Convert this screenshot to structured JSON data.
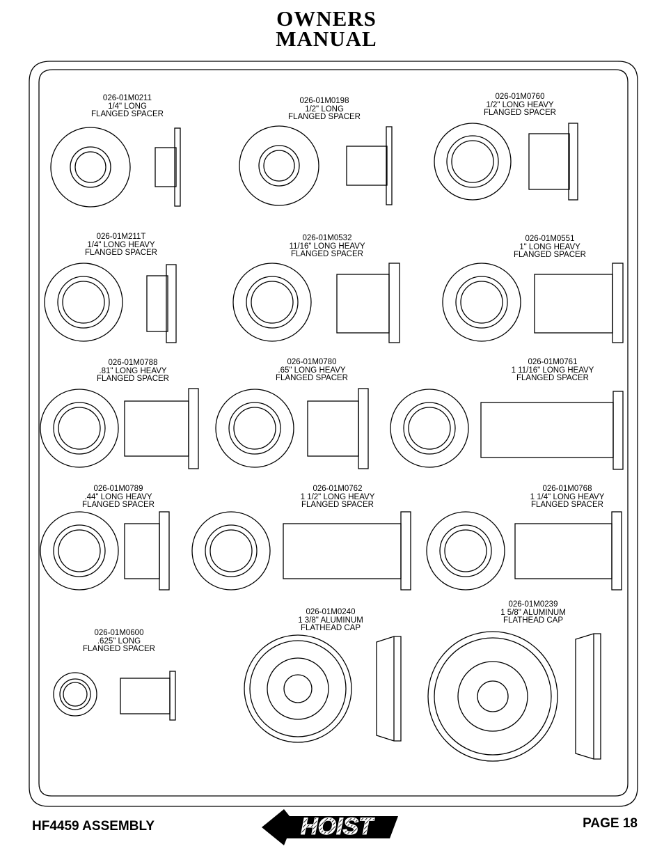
{
  "header": {
    "line1": "OWNERS",
    "line2": "MANUAL"
  },
  "parts": [
    {
      "id": "p1",
      "lines": [
        "026-01M0211",
        "1/4\" LONG",
        "FLANGED SPACER"
      ]
    },
    {
      "id": "p2",
      "lines": [
        "026-01M0198",
        "1/2\" LONG",
        "FLANGED SPACER"
      ]
    },
    {
      "id": "p3",
      "lines": [
        "026-01M0760",
        "1/2\" LONG HEAVY",
        "FLANGED SPACER"
      ]
    },
    {
      "id": "p4",
      "lines": [
        "026-01M211T",
        "1/4\" LONG HEAVY",
        "FLANGED SPACER"
      ]
    },
    {
      "id": "p5",
      "lines": [
        "026-01M0532",
        "11/16\" LONG HEAVY",
        "FLANGED SPACER"
      ]
    },
    {
      "id": "p6",
      "lines": [
        "026-01M0551",
        "1\" LONG HEAVY",
        "FLANGED SPACER"
      ]
    },
    {
      "id": "p7",
      "lines": [
        "026-01M0788",
        ".81\" LONG HEAVY",
        "FLANGED SPACER"
      ]
    },
    {
      "id": "p8",
      "lines": [
        "026-01M0780",
        ".65\" LONG HEAVY",
        "FLANGED SPACER"
      ]
    },
    {
      "id": "p9",
      "lines": [
        "026-01M0761",
        "1 11/16\" LONG HEAVY",
        "FLANGED SPACER"
      ]
    },
    {
      "id": "p10",
      "lines": [
        "026-01M0789",
        ".44\" LONG HEAVY",
        "FLANGED SPACER"
      ]
    },
    {
      "id": "p11",
      "lines": [
        "026-01M0762",
        "1 1/2\" LONG HEAVY",
        "FLANGED SPACER"
      ]
    },
    {
      "id": "p12",
      "lines": [
        "026-01M0768",
        "1 1/4\" LONG HEAVY",
        "FLANGED SPACER"
      ]
    },
    {
      "id": "p13",
      "lines": [
        "026-01M0600",
        ".625\" LONG",
        "FLANGED SPACER"
      ]
    },
    {
      "id": "p14",
      "lines": [
        "026-01M0240",
        "1 3/8\" ALUMINUM",
        "FLATHEAD CAP"
      ]
    },
    {
      "id": "p15",
      "lines": [
        "026-01M0239",
        "1 5/8\" ALUMINUM",
        "FLATHEAD CAP"
      ]
    }
  ],
  "footer": {
    "left": "HF4459 ASSEMBLY",
    "logo": "HOIST",
    "right": "PAGE 18"
  }
}
